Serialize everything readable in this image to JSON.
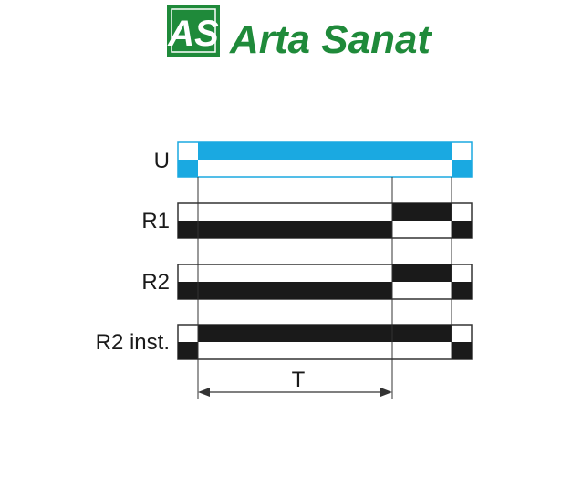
{
  "header": {
    "logo_mark": "AS",
    "brand_name": "Arta Sanat",
    "colors": {
      "green": "#1f8a3a",
      "gray": "#5a5f62"
    }
  },
  "diagram": {
    "colors": {
      "supply": "#1aa9e1",
      "relay": "#1a1a1a",
      "outline": "#333333"
    },
    "rows": [
      {
        "label": "U",
        "kind": "supply"
      },
      {
        "label": "R1",
        "kind": "delayed"
      },
      {
        "label": "R2",
        "kind": "delayed"
      },
      {
        "label": "R2 inst.",
        "kind": "instant"
      }
    ],
    "time_label": "T"
  }
}
